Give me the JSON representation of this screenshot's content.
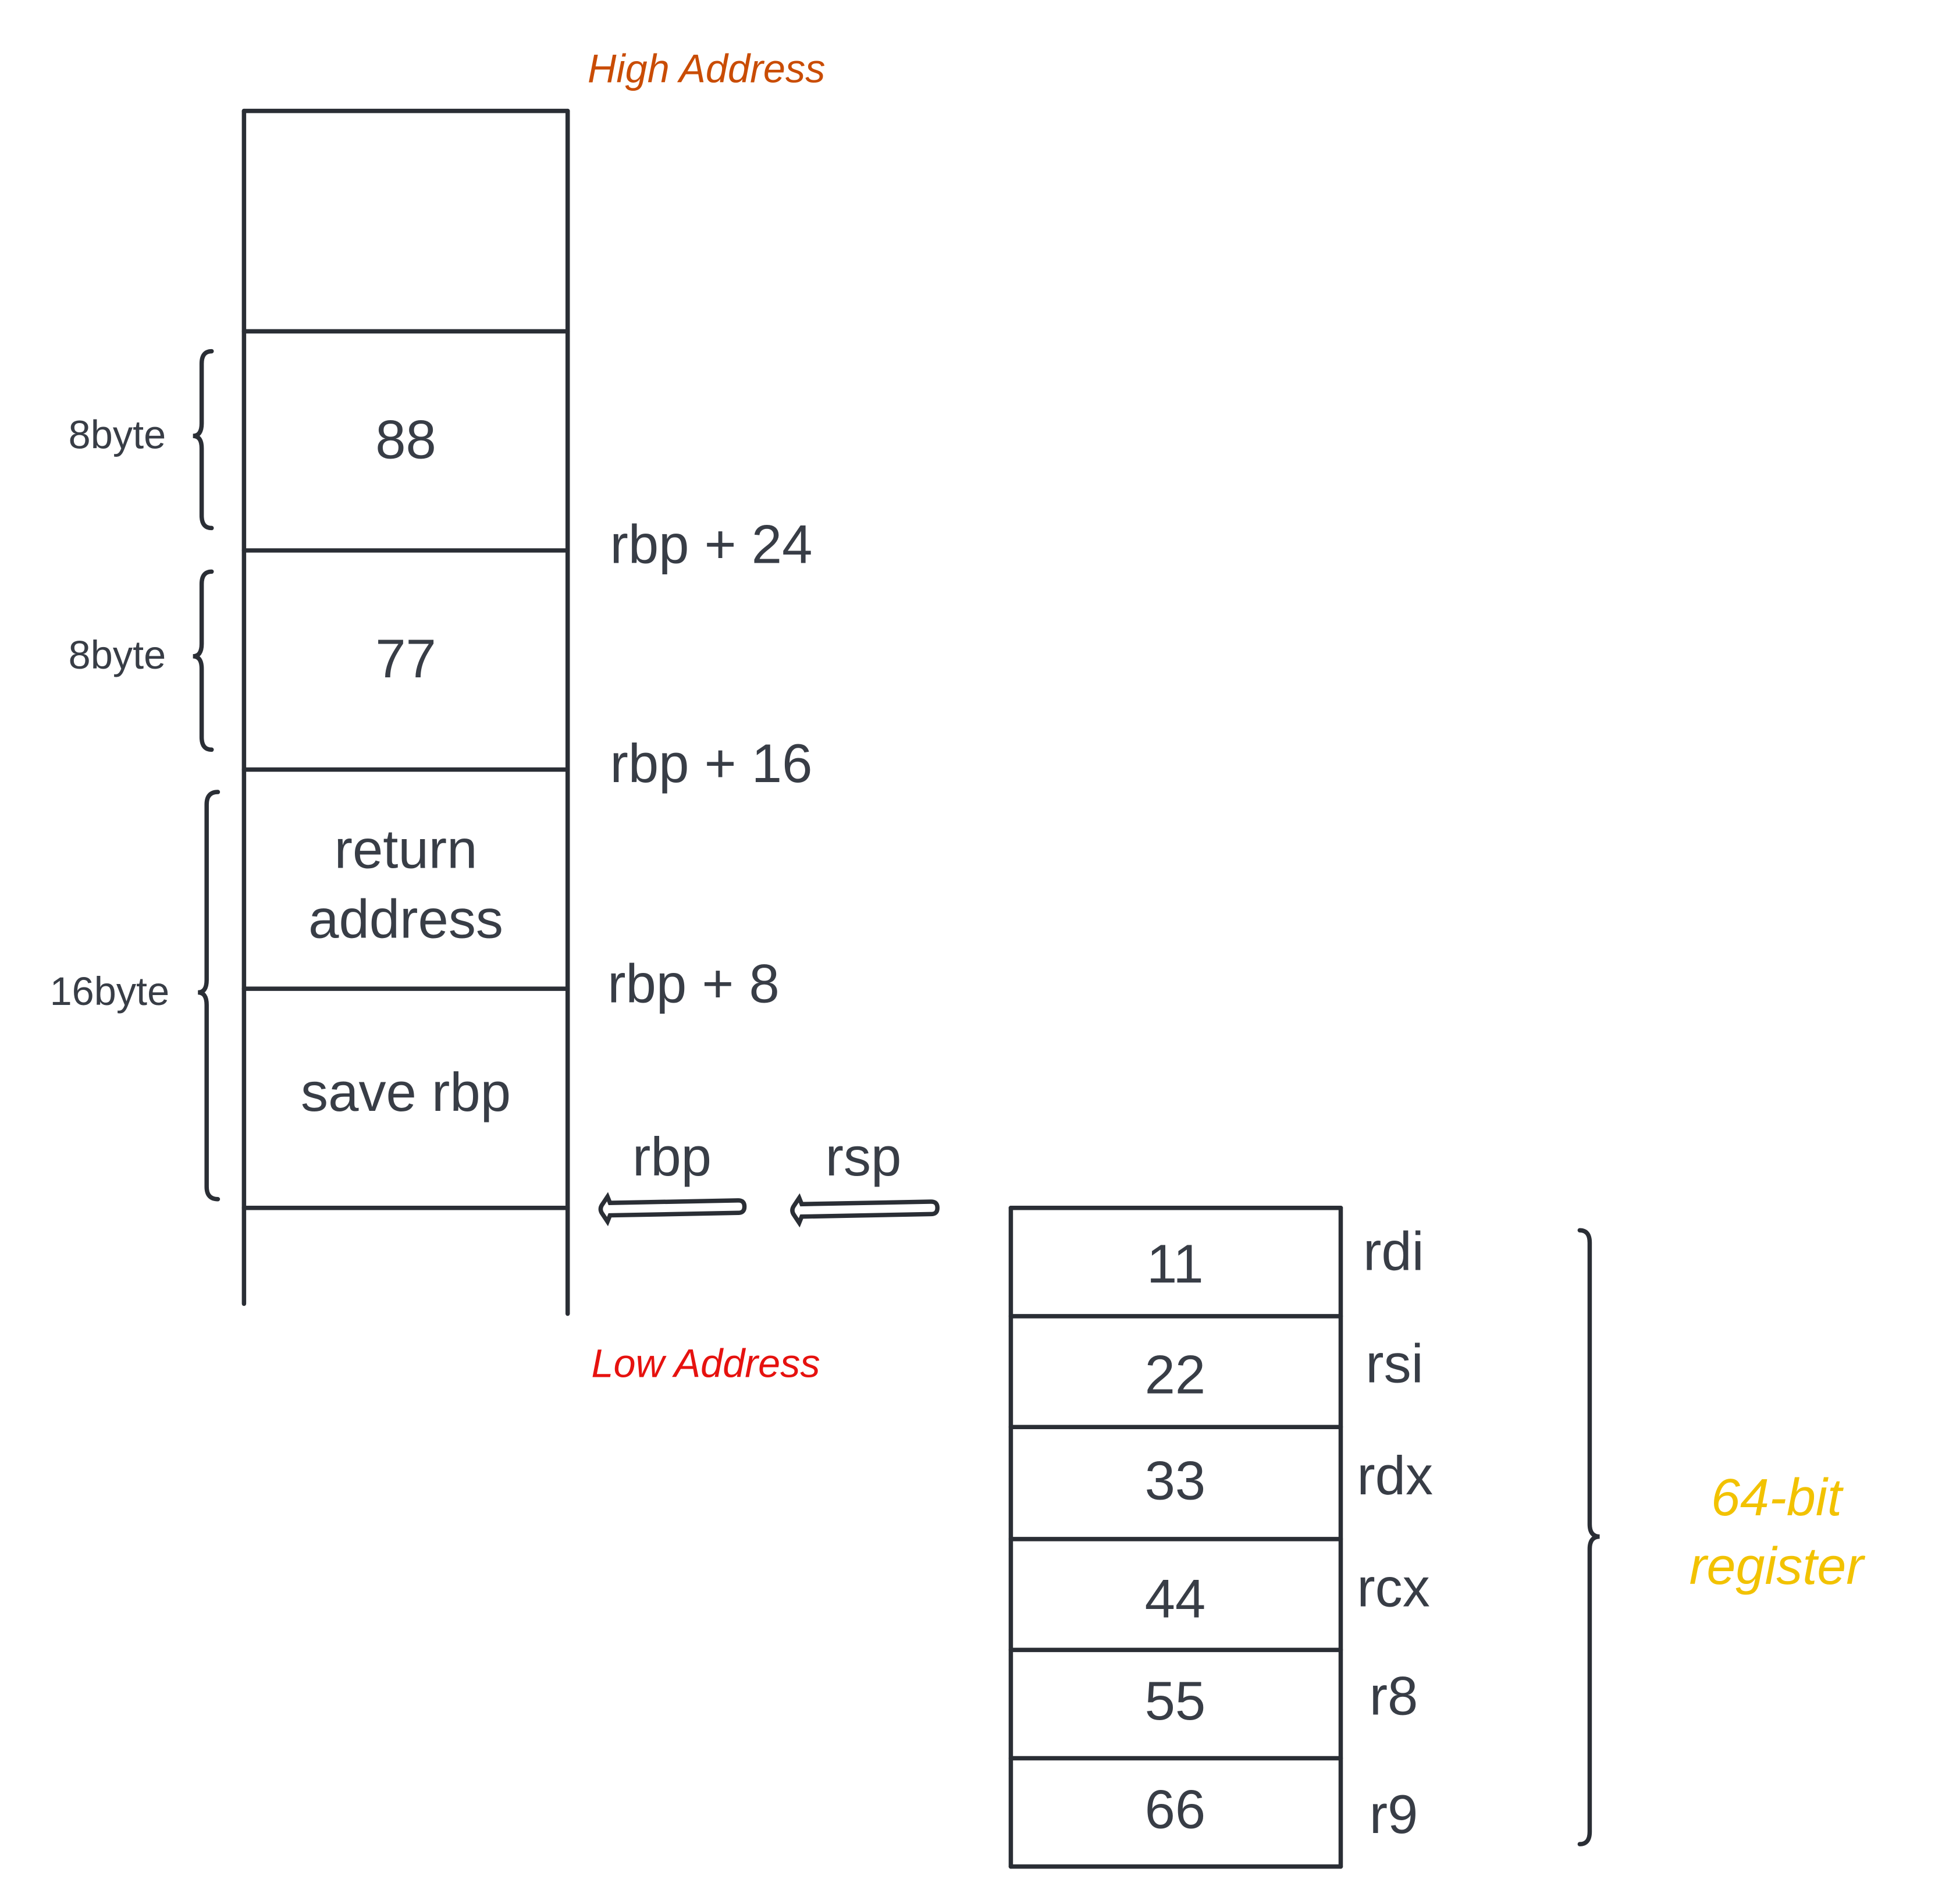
{
  "labels": {
    "high_address": "High Address",
    "low_address": "Low Address",
    "register_group": [
      "64-bit",
      "register"
    ]
  },
  "colors": {
    "high_address": "#c94c04",
    "low_address": "#e6120f",
    "register_group": "#f2c200",
    "line": "#2a2e35",
    "text": "#383d46"
  },
  "stack": {
    "cells": [
      "",
      "88",
      "77",
      "return address",
      "save rbp"
    ],
    "return_lines": [
      "return",
      "address"
    ],
    "offsets": [
      "rbp + 24",
      "rbp + 16",
      "rbp + 8"
    ],
    "sizes": [
      "8byte",
      "8byte",
      "16byte"
    ],
    "pointers": {
      "rbp": "rbp",
      "rsp": "rsp"
    }
  },
  "registers": [
    {
      "value": "11",
      "name": "rdi"
    },
    {
      "value": "22",
      "name": "rsi"
    },
    {
      "value": "33",
      "name": "rdx"
    },
    {
      "value": "44",
      "name": "rcx"
    },
    {
      "value": "55",
      "name": "r8"
    },
    {
      "value": "66",
      "name": "r9"
    }
  ]
}
